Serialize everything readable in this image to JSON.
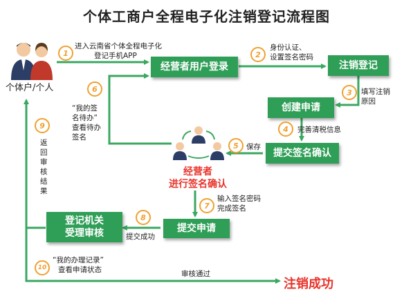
{
  "title": "个体工商户全程电子化注销登记流程图",
  "actor": {
    "label": "个体户/个人"
  },
  "boxes": {
    "login": "经营者用户登录",
    "cancel_register": "注销登记",
    "create_apply": "创建申请",
    "submit_sign": "提交签名确认",
    "submit_apply": "提交申请",
    "review_line1": "登记机关",
    "review_line2": "受理审核"
  },
  "sign_group": {
    "line1": "经营者",
    "line2": "进行签名确认"
  },
  "steps": [
    {
      "n": "1",
      "lines": [
        "进入云南省个体全程电子化",
        "登记手机APP"
      ]
    },
    {
      "n": "2",
      "lines": [
        "身份认证、",
        "设置签名密码"
      ]
    },
    {
      "n": "3",
      "lines": [
        "填写注销",
        "原因"
      ]
    },
    {
      "n": "4",
      "lines": [
        "完善清税信息"
      ]
    },
    {
      "n": "5",
      "lines": [
        "保存"
      ]
    },
    {
      "n": "6",
      "lines": [
        "“我的签",
        "名待办”",
        "查看待办",
        "签名"
      ]
    },
    {
      "n": "7",
      "lines": [
        "输入签名密码",
        "完成签名"
      ]
    },
    {
      "n": "8",
      "lines": [
        "提交成功"
      ]
    },
    {
      "n": "9",
      "lines": [
        "返",
        "回",
        "审",
        "核",
        "结",
        "果"
      ]
    },
    {
      "n": "10",
      "lines": [
        "“我的办理记录”",
        "查看申请状态"
      ]
    }
  ],
  "approved_label": "审核通过",
  "success": "注销成功",
  "colors": {
    "box_green": "#2f9e57",
    "arrow_green": "#3aa760",
    "step_orange": "#f0a030",
    "accent_red": "#e8332a"
  }
}
